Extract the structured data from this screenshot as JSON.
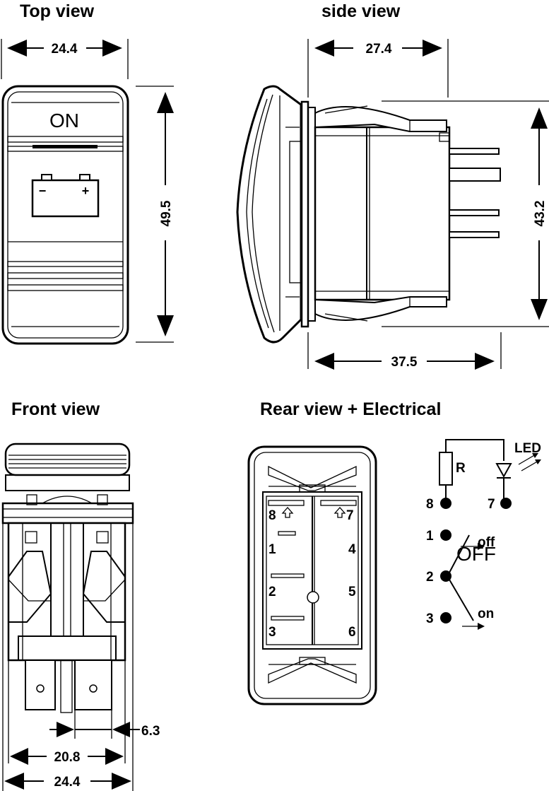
{
  "views": {
    "top": "Top view",
    "side": "side view",
    "front": "Front view",
    "rear": "Rear view + Electrical"
  },
  "top_view": {
    "on_label": "ON",
    "off_label": "OFF",
    "battery_minus": "−",
    "battery_plus": "+",
    "width": "24.4",
    "height": "49.5"
  },
  "side_view": {
    "width": "27.4",
    "depth": "37.5",
    "height": "43.2"
  },
  "front_view": {
    "pin_gap": "6.3",
    "inner_width": "20.8",
    "outer_width": "24.4"
  },
  "rear_view": {
    "pins": {
      "p8": "8",
      "p7": "7",
      "p1": "1",
      "p4": "4",
      "p2": "2",
      "p5": "5",
      "p3": "3",
      "p6": "6"
    }
  },
  "electrical": {
    "resistor": "R",
    "led": "LED",
    "off": "off",
    "on": "on",
    "pins": {
      "p8": "8",
      "p7": "7",
      "p1": "1",
      "p2": "2",
      "p3": "3"
    }
  }
}
